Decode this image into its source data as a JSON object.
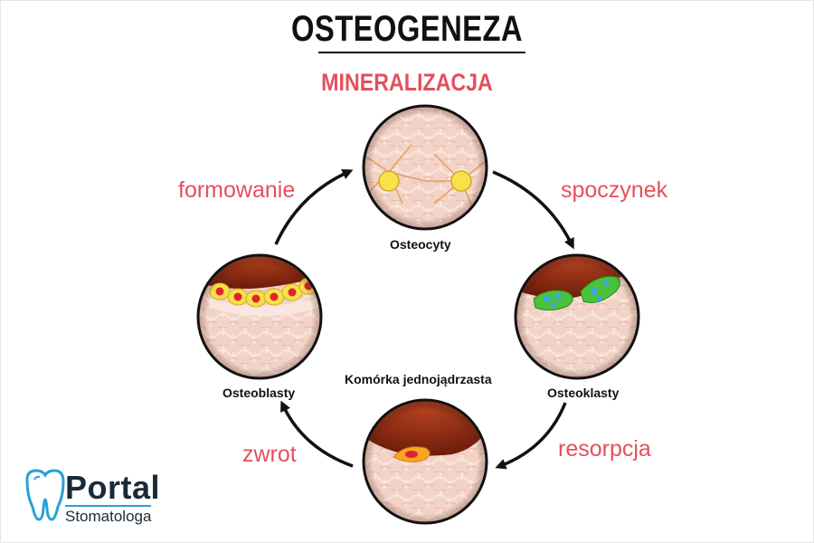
{
  "title": "OSTEOGENEZA",
  "subtitle": "MINERALIZACJA",
  "phases": {
    "formowanie": "formowanie",
    "spoczynek": "spoczynek",
    "zwrot": "zwrot",
    "resorpcja": "resorpcja"
  },
  "cells": {
    "top": "Osteocyty",
    "left": "Osteoblasty",
    "right": "Osteoklasty",
    "bottom": "Komórka jednojądrzasta"
  },
  "logo": {
    "name": "Portal",
    "tagline": "Stomatologa",
    "icon": "tooth-icon"
  },
  "colors": {
    "accent": "#e4505b",
    "bone": "#f2cfc2",
    "marrow": "#8a2a12",
    "arrow": "#111111"
  }
}
